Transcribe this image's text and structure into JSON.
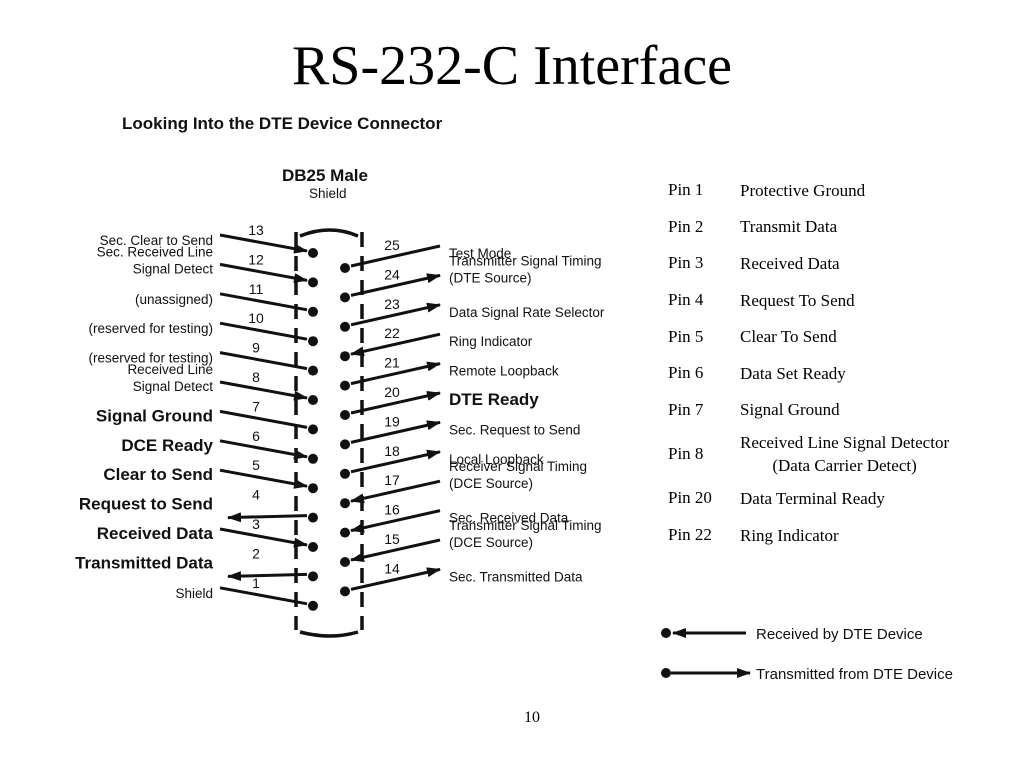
{
  "slide": {
    "title": "RS-232-C Interface",
    "page_number": "10"
  },
  "diagram": {
    "heading": "Looking Into the DTE Device Connector",
    "connector_label": "DB25 Male",
    "shield_label": "Shield",
    "left_pins": [
      {
        "num": "13",
        "lines": [
          "Sec. Clear to Send"
        ],
        "bold": false,
        "dir": "in"
      },
      {
        "num": "12",
        "lines": [
          "Sec. Received Line",
          "Signal Detect"
        ],
        "bold": false,
        "dir": "in"
      },
      {
        "num": "11",
        "lines": [
          "(unassigned)"
        ],
        "bold": false,
        "dir": "none"
      },
      {
        "num": "10",
        "lines": [
          "(reserved for testing)"
        ],
        "bold": false,
        "dir": "none"
      },
      {
        "num": "9",
        "lines": [
          "(reserved for testing)"
        ],
        "bold": false,
        "dir": "none"
      },
      {
        "num": "8",
        "lines": [
          "Received Line",
          "Signal Detect"
        ],
        "bold": false,
        "dir": "in"
      },
      {
        "num": "7",
        "lines": [
          "Signal Ground"
        ],
        "bold": true,
        "dir": "none"
      },
      {
        "num": "6",
        "lines": [
          "DCE Ready"
        ],
        "bold": true,
        "dir": "in"
      },
      {
        "num": "5",
        "lines": [
          "Clear to Send"
        ],
        "bold": true,
        "dir": "in"
      },
      {
        "num": "4",
        "lines": [
          "Request to Send"
        ],
        "bold": true,
        "dir": "out"
      },
      {
        "num": "3",
        "lines": [
          "Received Data"
        ],
        "bold": true,
        "dir": "in"
      },
      {
        "num": "2",
        "lines": [
          "Transmitted Data"
        ],
        "bold": true,
        "dir": "out"
      },
      {
        "num": "1",
        "lines": [
          "Shield"
        ],
        "bold": false,
        "dir": "none"
      }
    ],
    "right_pins": [
      {
        "num": "25",
        "lines": [
          "Test Mode"
        ],
        "bold": false,
        "dir": "none"
      },
      {
        "num": "24",
        "lines": [
          "Transmitter Signal Timing",
          "(DTE Source)"
        ],
        "bold": false,
        "dir": "out"
      },
      {
        "num": "23",
        "lines": [
          "Data Signal Rate Selector"
        ],
        "bold": false,
        "dir": "out"
      },
      {
        "num": "22",
        "lines": [
          "Ring Indicator"
        ],
        "bold": false,
        "dir": "in"
      },
      {
        "num": "21",
        "lines": [
          "Remote Loopback"
        ],
        "bold": false,
        "dir": "out"
      },
      {
        "num": "20",
        "lines": [
          "DTE Ready"
        ],
        "bold": true,
        "dir": "out"
      },
      {
        "num": "19",
        "lines": [
          "Sec. Request to Send"
        ],
        "bold": false,
        "dir": "out"
      },
      {
        "num": "18",
        "lines": [
          "Local Loopback"
        ],
        "bold": false,
        "dir": "out"
      },
      {
        "num": "17",
        "lines": [
          "Receiver Signal Timing",
          "(DCE Source)"
        ],
        "bold": false,
        "dir": "in"
      },
      {
        "num": "16",
        "lines": [
          "Sec. Received Data"
        ],
        "bold": false,
        "dir": "in"
      },
      {
        "num": "15",
        "lines": [
          "Transmitter Signal Timing",
          "(DCE Source)"
        ],
        "bold": false,
        "dir": "in"
      },
      {
        "num": "14",
        "lines": [
          "Sec. Transmitted Data"
        ],
        "bold": false,
        "dir": "out"
      }
    ],
    "legend": {
      "received": "Received by DTE Device",
      "transmitted": "Transmitted from DTE Device"
    }
  },
  "pin_table": [
    {
      "pin": "Pin 1",
      "desc": "Protective Ground"
    },
    {
      "pin": "Pin 2",
      "desc": "Transmit Data"
    },
    {
      "pin": "Pin 3",
      "desc": "Received Data"
    },
    {
      "pin": "Pin 4",
      "desc": "Request To Send"
    },
    {
      "pin": "Pin 5",
      "desc": "Clear To Send"
    },
    {
      "pin": "Pin 6",
      "desc": "Data Set Ready"
    },
    {
      "pin": "Pin 7",
      "desc": "Signal Ground"
    },
    {
      "pin": "Pin 8",
      "desc": "Received Line Signal Detector",
      "desc2": "(Data Carrier Detect)"
    },
    {
      "pin": "Pin 20",
      "desc": "Data Terminal Ready"
    },
    {
      "pin": "Pin 22",
      "desc": "Ring Indicator"
    }
  ]
}
